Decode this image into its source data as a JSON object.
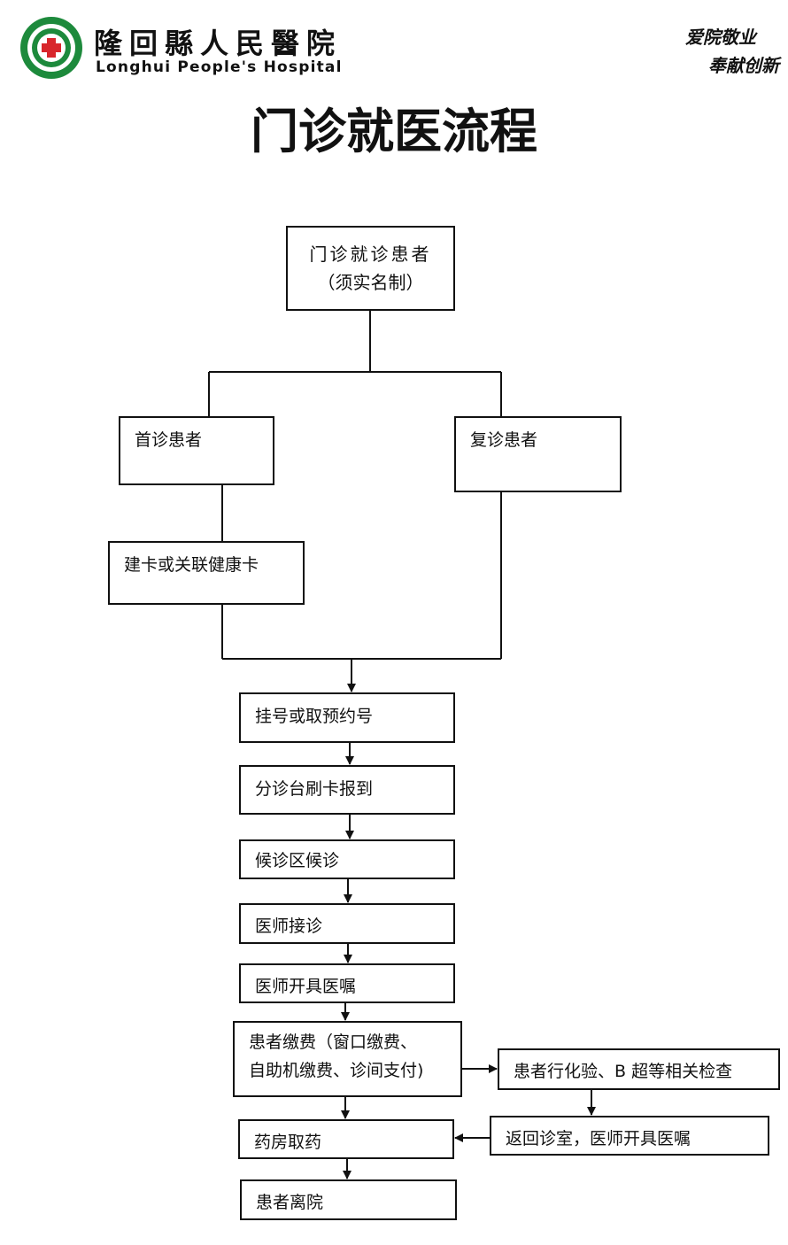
{
  "header": {
    "hospital_name_cn": "隆回縣人民醫院",
    "hospital_name_en": "Longhui People's Hospital",
    "motto_line1": "爱院敬业",
    "motto_line2": "奉献创新",
    "logo_accent": "#1d8a3c",
    "logo_cross": "#d8262c"
  },
  "title": "门诊就医流程",
  "flow": {
    "start_line1": "门诊就诊患者",
    "start_line2": "（须实名制）",
    "first_visit": "首诊患者",
    "return_visit": "复诊患者",
    "card": "建卡或关联健康卡",
    "register": "挂号或取预约号",
    "checkin": "分诊台刷卡报到",
    "waiting": "候诊区候诊",
    "consult": "医师接诊",
    "orders": "医师开具医嘱",
    "payment_line1": "患者缴费（窗口缴费、",
    "payment_line2": "自助机缴费、诊间支付)",
    "exam": "患者行化验、B 超等相关检查",
    "return_room": "返回诊室，医师开具医嘱",
    "pharmacy": "药房取药",
    "leave": "患者离院"
  }
}
